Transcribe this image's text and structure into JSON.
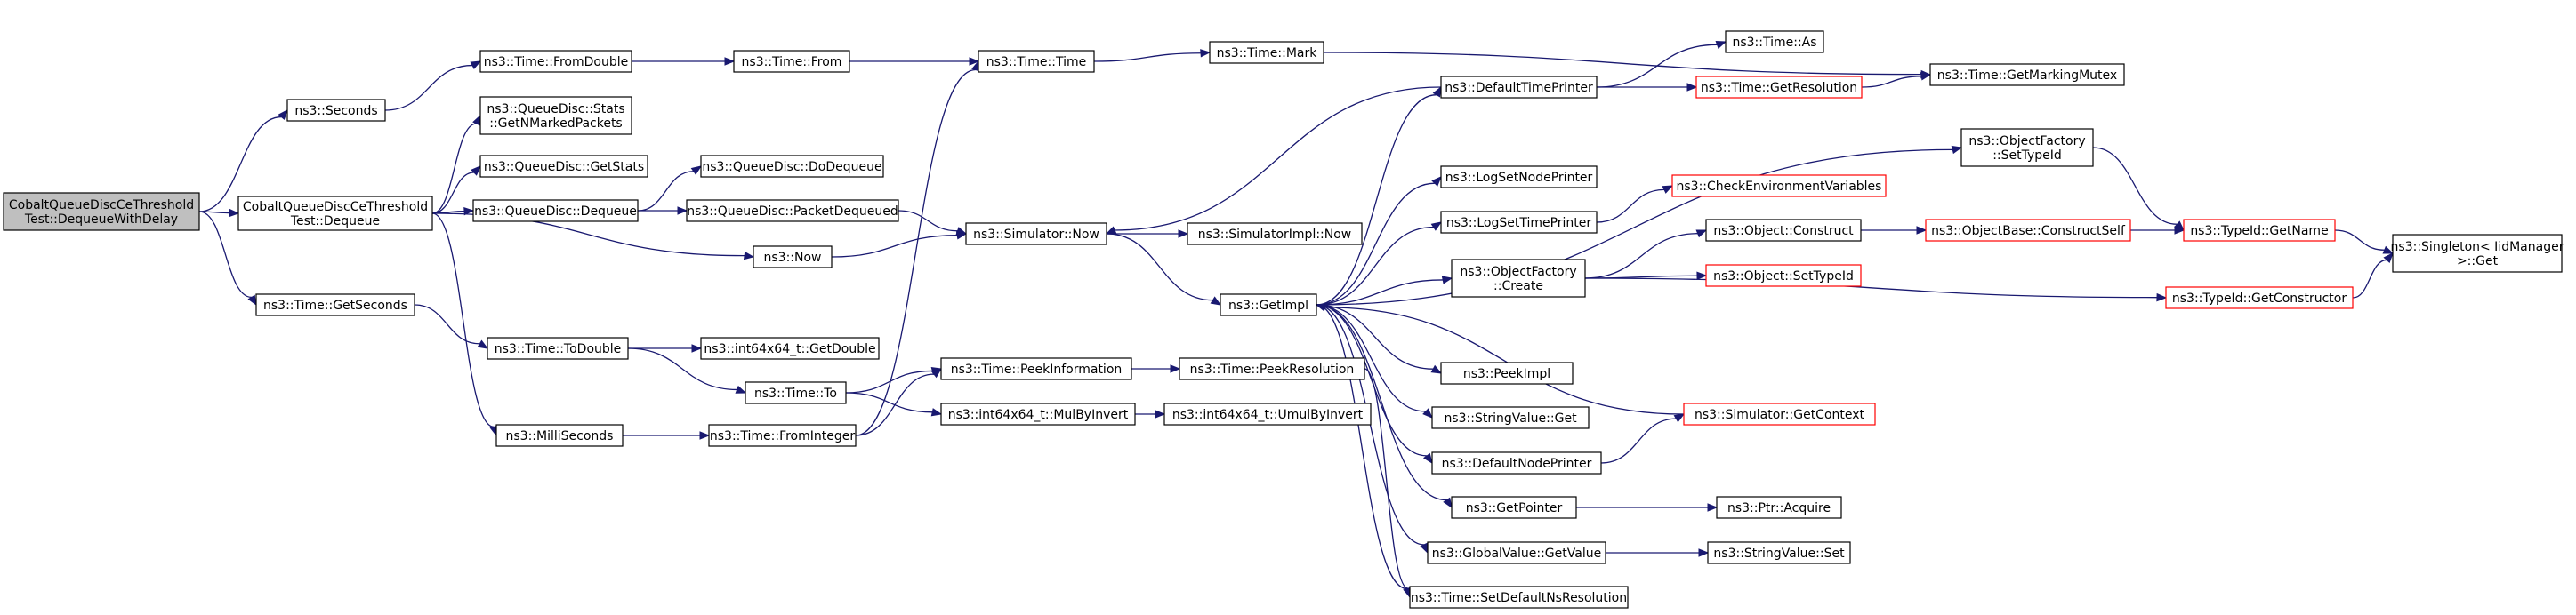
{
  "colors": {
    "edge": "#191970",
    "root_fill": "#bfbfbf",
    "red_border": "#ff0000",
    "node_border": "#000000"
  },
  "nodes": {
    "root": [
      "CobaltQueueDiscCeThreshold",
      "Test::DequeueWithDelay"
    ],
    "dequeue": [
      "CobaltQueueDiscCeThreshold",
      "Test::Dequeue"
    ],
    "seconds": [
      "ns3::Seconds"
    ],
    "getseconds": [
      "ns3::Time::GetSeconds"
    ],
    "fromdouble": [
      "ns3::Time::FromDouble"
    ],
    "getnmarked": [
      "ns3::QueueDisc::Stats",
      "::GetNMarkedPackets"
    ],
    "getstats": [
      "ns3::QueueDisc::GetStats"
    ],
    "qddequeue": [
      "ns3::QueueDisc::Dequeue"
    ],
    "now": [
      "ns3::Now"
    ],
    "milliseconds": [
      "ns3::MilliSeconds"
    ],
    "todouble": [
      "ns3::Time::ToDouble"
    ],
    "from": [
      "ns3::Time::From"
    ],
    "dodequeue": [
      "ns3::QueueDisc::DoDequeue"
    ],
    "packetdequeued": [
      "ns3::QueueDisc::PacketDequeued"
    ],
    "frominteger": [
      "ns3::Time::FromInteger"
    ],
    "int64getdouble": [
      "ns3::int64x64_t::GetDouble"
    ],
    "to": [
      "ns3::Time::To"
    ],
    "time": [
      "ns3::Time::Time"
    ],
    "simnow": [
      "ns3::Simulator::Now"
    ],
    "peekinfo": [
      "ns3::Time::PeekInformation"
    ],
    "mulbyinvert": [
      "ns3::int64x64_t::MulByInvert"
    ],
    "mark": [
      "ns3::Time::Mark"
    ],
    "simimplnow": [
      "ns3::SimulatorImpl::Now"
    ],
    "getimpl": [
      "ns3::GetImpl"
    ],
    "peekresolution": [
      "ns3::Time::PeekResolution"
    ],
    "umulbyinvert": [
      "ns3::int64x64_t::UmulByInvert"
    ],
    "defaulttimeprinter": [
      "ns3::DefaultTimePrinter"
    ],
    "lognodeprinter": [
      "ns3::LogSetNodePrinter"
    ],
    "logtimeprinter": [
      "ns3::LogSetTimePrinter"
    ],
    "ofcreate": [
      "ns3::ObjectFactory",
      "::Create"
    ],
    "peekimpl": [
      "ns3::PeekImpl"
    ],
    "stringget": [
      "ns3::StringValue::Get"
    ],
    "defaultnodeprinter": [
      "ns3::DefaultNodePrinter"
    ],
    "getpointer": [
      "ns3::GetPointer"
    ],
    "gvgetvalue": [
      "ns3::GlobalValue::GetValue"
    ],
    "setdefaultres": [
      "ns3::Time::SetDefaultNsResolution"
    ],
    "timeas": [
      "ns3::Time::As"
    ],
    "getresolution": [
      "ns3::Time::GetResolution"
    ],
    "checkenv": [
      "ns3::CheckEnvironmentVariables"
    ],
    "objconstruct": [
      "ns3::Object::Construct"
    ],
    "objsettypeid": [
      "ns3::Object::SetTypeId"
    ],
    "simgetcontext": [
      "ns3::Simulator::GetContext"
    ],
    "ptracquire": [
      "ns3::Ptr::Acquire"
    ],
    "stringset": [
      "ns3::StringValue::Set"
    ],
    "getmarkingmutex": [
      "ns3::Time::GetMarkingMutex"
    ],
    "ofsettypeid": [
      "ns3::ObjectFactory",
      "::SetTypeId"
    ],
    "constructself": [
      "ns3::ObjectBase::ConstructSelf"
    ],
    "typeidgetname": [
      "ns3::TypeId::GetName"
    ],
    "typeidgetconstructor": [
      "ns3::TypeId::GetConstructor"
    ],
    "singletonget": [
      "ns3::Singleton< IidManager",
      ">::Get"
    ]
  }
}
